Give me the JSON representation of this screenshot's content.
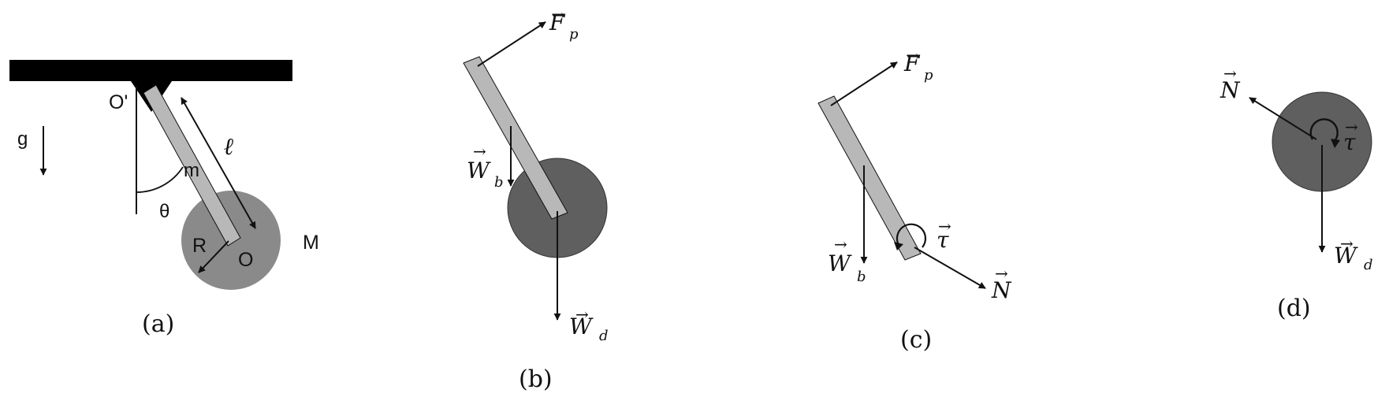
{
  "panels": {
    "a": {
      "caption": "(a)",
      "labels": {
        "pivot": "O'",
        "gravity": "g",
        "rod_mass": "m",
        "length": "ℓ",
        "angle": "θ",
        "radius": "R",
        "center": "O",
        "disk_mass": "M"
      }
    },
    "b": {
      "caption": "(b)",
      "forces": {
        "fp": {
          "sym": "F",
          "sub": "p"
        },
        "wb": {
          "sym": "W",
          "sub": "b"
        },
        "wd": {
          "sym": "W",
          "sub": "d"
        }
      }
    },
    "c": {
      "caption": "(c)",
      "forces": {
        "fp": {
          "sym": "F",
          "sub": "p"
        },
        "wb": {
          "sym": "W",
          "sub": "b"
        },
        "tau": {
          "sym": "τ"
        },
        "n": {
          "sym": "N"
        }
      }
    },
    "d": {
      "caption": "(d)",
      "forces": {
        "n": {
          "sym": "N"
        },
        "tau": {
          "sym": "τ"
        },
        "wd": {
          "sym": "W",
          "sub": "d"
        }
      }
    }
  },
  "colors": {
    "rod": "#b8b8b8",
    "disk_a": "#8a8a8a",
    "disk_dark": "#5f5f5f",
    "ceiling": "#000000",
    "ink": "#111111"
  }
}
